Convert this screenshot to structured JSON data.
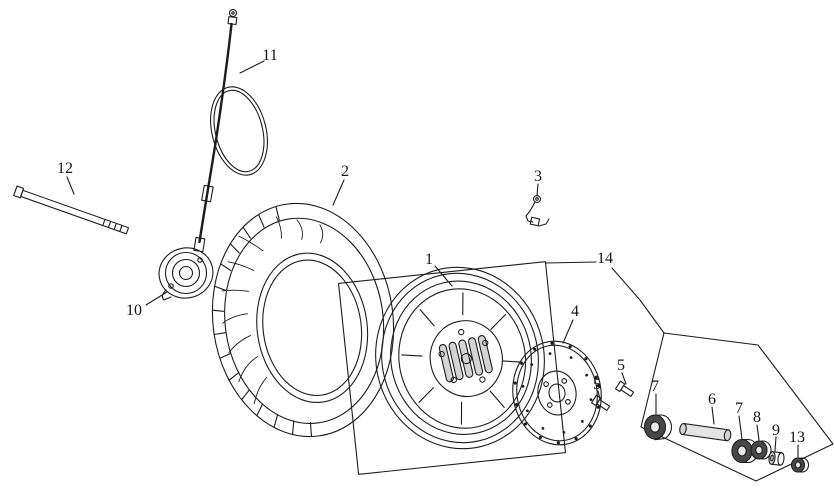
{
  "colors": {
    "background": "#ffffff",
    "ink": "#1c1c1c"
  },
  "labels": [
    {
      "text": "11"
    },
    {
      "text": "12"
    },
    {
      "text": "10"
    },
    {
      "text": "2"
    },
    {
      "text": "1"
    },
    {
      "text": "3"
    },
    {
      "text": "4"
    },
    {
      "text": "14"
    },
    {
      "text": "5"
    },
    {
      "text": "5"
    },
    {
      "text": "7"
    },
    {
      "text": "6"
    },
    {
      "text": "7"
    },
    {
      "text": "8"
    },
    {
      "text": "9"
    },
    {
      "text": "13"
    }
  ]
}
